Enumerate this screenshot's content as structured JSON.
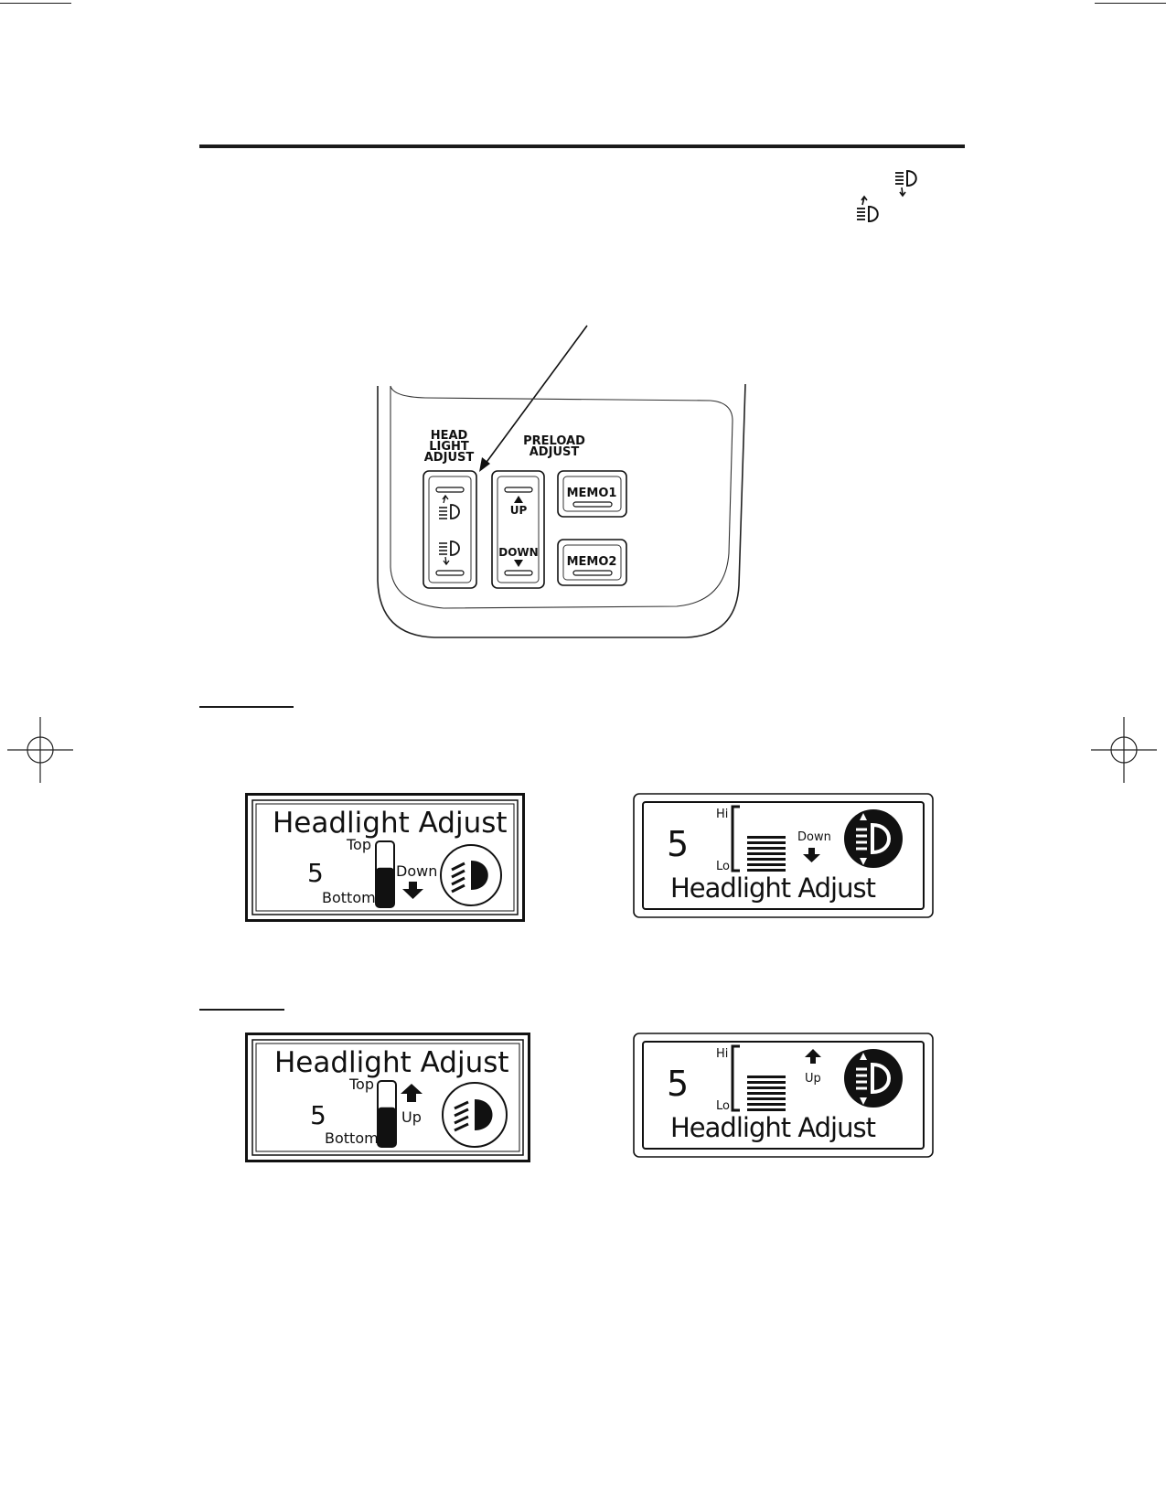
{
  "control_panel": {
    "headlight_group_label": [
      "HEAD",
      "LIGHT",
      "ADJUST"
    ],
    "preload_group_label": [
      "PRELOAD",
      "ADJUST"
    ],
    "preload_up_label": "UP",
    "preload_down_label": "DOWN",
    "memo1_label": "MEMO1",
    "memo2_label": "MEMO2"
  },
  "displays": {
    "down": {
      "left": {
        "title": "Headlight Adjust",
        "level": "5",
        "top_label": "Top",
        "bottom_label": "Bottom",
        "direction_label": "Down",
        "level_fill_fraction": 0.6
      },
      "right": {
        "title": "Headlight Adjust",
        "level": "5",
        "hi_label": "Hi",
        "lo_label": "Lo",
        "direction_label": "Down"
      }
    },
    "up": {
      "left": {
        "title": "Headlight Adjust",
        "level": "5",
        "top_label": "Top",
        "bottom_label": "Bottom",
        "direction_label": "Up",
        "level_fill_fraction": 0.6
      },
      "right": {
        "title": "Headlight Adjust",
        "level": "5",
        "hi_label": "Hi",
        "lo_label": "Lo",
        "direction_label": "Up"
      }
    }
  }
}
